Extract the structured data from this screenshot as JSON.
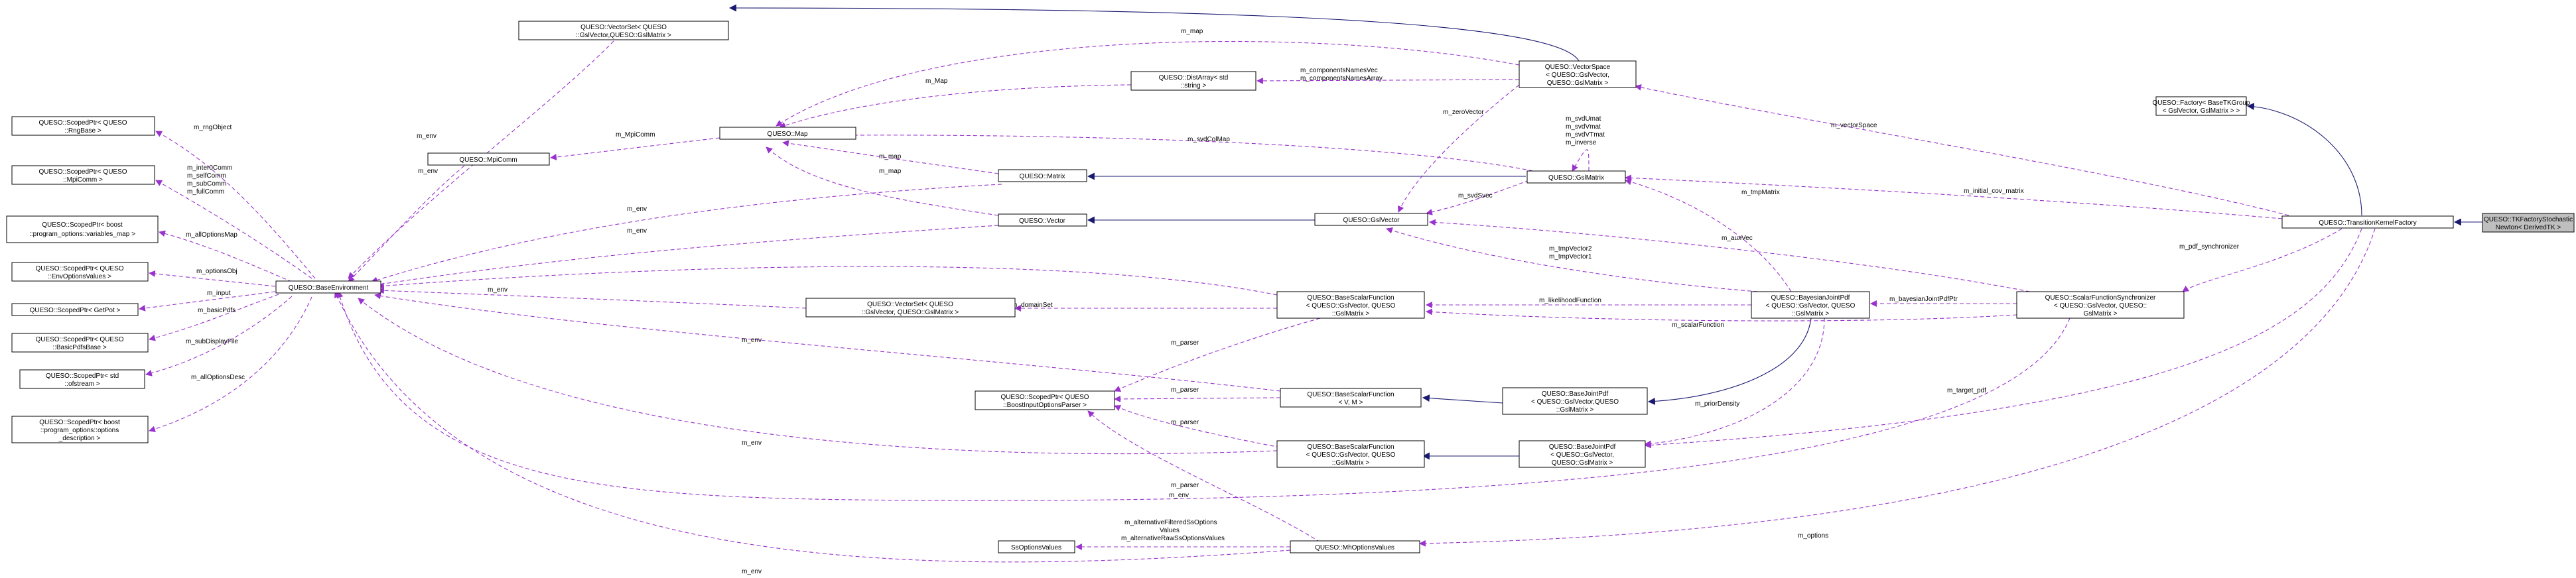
{
  "colors": {
    "usage_edge": "#9a32cd",
    "inherit_edge": "#191970",
    "node_border": "#000000",
    "highlight_fill": "#bfbfbf"
  },
  "nodes": {
    "tkfactory": [
      "QUESO::TKFactoryStochastic",
      "Newton< DerivedTK >"
    ],
    "transitionkernelfactory": [
      "QUESO::TransitionKernelFactory"
    ],
    "factory": [
      "QUESO::Factory< BaseTKGroup",
      "< GslVector, GslMatrix > >"
    ],
    "scalarfunctionsync": [
      "QUESO::ScalarFunctionSynchronizer",
      "< QUESO::GslVector, QUESO::",
      "GslMatrix >"
    ],
    "vectorspace": [
      "QUESO::VectorSpace",
      "< QUESO::GslVector,",
      "QUESO::GslMatrix >"
    ],
    "gslmatrix": [
      "QUESO::GslMatrix"
    ],
    "gslvector": [
      "QUESO::GslVector"
    ],
    "bayesianjointpdf": [
      "QUESO::BayesianJointPdf",
      "< QUESO::GslVector, QUESO",
      "::GslMatrix >"
    ],
    "basejointpdf_vm": [
      "QUESO::BaseJointPdf",
      "< QUESO::GslVector,QUESO",
      "::GslMatrix >"
    ],
    "basejointpdf_gsl": [
      "QUESO::BaseJointPdf",
      "< QUESO::GslVector,",
      "QUESO::GslMatrix >"
    ],
    "basescalarfunction_gsl1": [
      "QUESO::BaseScalarFunction",
      "< QUESO::GslVector, QUESO",
      "::GslMatrix >"
    ],
    "basescalarfunction_vm": [
      "QUESO::BaseScalarFunction",
      "< V, M >"
    ],
    "basescalarfunction_gsl2": [
      "QUESO::BaseScalarFunction",
      "< QUESO::GslVector, QUESO",
      "::GslMatrix >"
    ],
    "mhoptionsvalues": [
      "QUESO::MhOptionsValues"
    ],
    "ssoptionsvalues": [
      "SsOptionsValues"
    ],
    "scopedptr_boostinput": [
      "QUESO::ScopedPtr< QUESO",
      "::BoostInputOptionsParser >"
    ],
    "vectorset_domain": [
      "QUESO::VectorSet< QUESO",
      "::GslVector, QUESO::GslMatrix >"
    ],
    "vectorset_top": [
      "QUESO::VectorSet< QUESO",
      "::GslVector,QUESO::GslMatrix >"
    ],
    "distarray": [
      "QUESO::DistArray< std",
      "::string >"
    ],
    "map": [
      "QUESO::Map"
    ],
    "matrix": [
      "QUESO::Matrix"
    ],
    "vector": [
      "QUESO::Vector"
    ],
    "mpicomm": [
      "QUESO::MpiComm"
    ],
    "baseenvironment": [
      "QUESO::BaseEnvironment"
    ],
    "sp_rngbase": [
      "QUESO::ScopedPtr< QUESO",
      "::RngBase >"
    ],
    "sp_mpicomm": [
      "QUESO::ScopedPtr< QUESO",
      "::MpiComm >"
    ],
    "sp_varmap": [
      "QUESO::ScopedPtr< boost",
      "::program_options::variables_map >"
    ],
    "sp_envoptions": [
      "QUESO::ScopedPtr< QUESO",
      "::EnvOptionsValues >"
    ],
    "sp_getpot": [
      "QUESO::ScopedPtr< GetPot >"
    ],
    "sp_basicpdfs": [
      "QUESO::ScopedPtr< QUESO",
      "::BasicPdfsBase >"
    ],
    "sp_ofstream": [
      "QUESO::ScopedPtr< std",
      "::ofstream >"
    ],
    "sp_optdesc": [
      "QUESO::ScopedPtr< boost",
      "::program_options::options",
      "_description >"
    ]
  },
  "edge_labels": {
    "m_map_vs": "m_map",
    "m_map_dist": "m_Map",
    "m_components": [
      "m_componentsNamesVec",
      "m_componentsNamesArray"
    ],
    "m_env_vs": "m_env",
    "m_mpicomm": "m_MpiComm",
    "m_env_mpi": "m_env",
    "m_svdcolmap": "m_svdColMap",
    "m_map_matrix": "m_map",
    "m_map_vector": "m_map",
    "m_env_matrix": "m_env",
    "m_env_vector": "m_env",
    "m_zerovector": "m_zeroVector",
    "m_gslmatrix_self": [
      "m_svdUmat",
      "m_svdVmat",
      "m_svdVTmat",
      "m_inverse"
    ],
    "m_svdsvec": "m_svdSvec",
    "m_tmpmatrix": "m_tmpMatrix",
    "m_tmpvector": [
      "m_tmpVector2",
      "m_tmpVector1"
    ],
    "m_vectorspace": "m_vectorSpace",
    "m_initial_cov": "m_initial_cov_matrix",
    "m_auxvec": "m_auxVec",
    "m_pdf_sync": "m_pdf_synchronizer",
    "m_likelihood": "m_likelihoodFunction",
    "m_bayesianjointpdfptr": "m_bayesianJointPdfPtr",
    "m_scalarfunction": "m_scalarFunction",
    "m_priordensity": "m_priorDensity",
    "m_target_pdf": "m_target_pdf",
    "m_options": "m_options",
    "m_domainset": "m_domainSet",
    "m_env_vectorset": "m_env",
    "m_parser1": "m_parser",
    "m_parser2": "m_parser",
    "m_parser3": "m_parser",
    "m_parser4": "m_parser",
    "m_env_bsf1": "m_env",
    "m_env_bsf2": "m_env",
    "m_env_mh": "m_env",
    "m_env_sync": "m_env",
    "m_alt": [
      "m_alternativeFilteredSsOptions",
      "Values",
      "m_alternativeRawSsOptionsValues"
    ],
    "m_rngobject": "m_rngObject",
    "m_comms": [
      "m_inter0Comm",
      "m_selfComm",
      "m_subComm",
      "m_fullComm"
    ],
    "m_alloptionsmap": "m_allOptionsMap",
    "m_optionsobj": "m_optionsObj",
    "m_input": "m_input",
    "m_basicpdfs": "m_basicPdfs",
    "m_subdisplayfile": "m_subDisplayFile",
    "m_alloptionsdesc": "m_allOptionsDesc"
  }
}
